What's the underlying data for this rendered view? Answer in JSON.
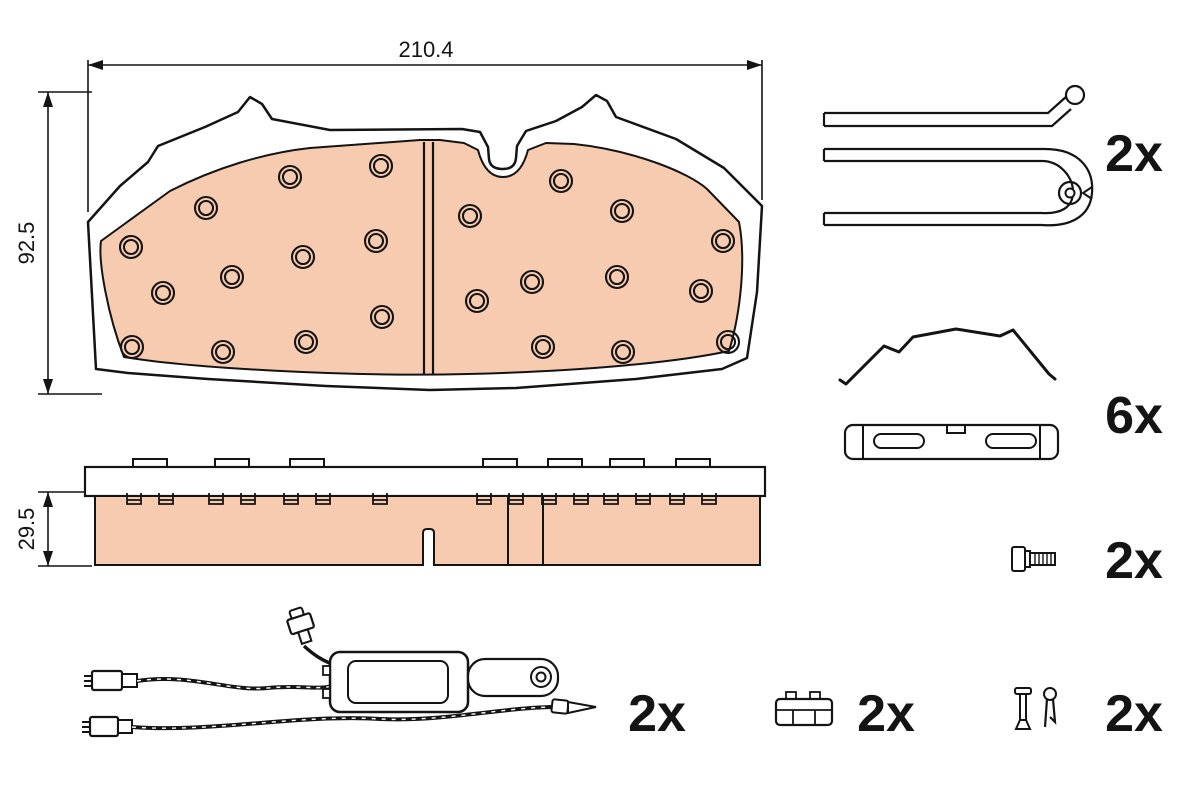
{
  "dimensions": {
    "width": "210.4",
    "height": "92.5",
    "thickness": "29.5"
  },
  "quantities": {
    "wear_plates": "2x",
    "spring_clips": "6x",
    "bolts": "2x",
    "sensor_cables": "2x",
    "retainer_clips": "2x",
    "pins": "2x"
  },
  "colors": {
    "friction_material": "#f7cbb0",
    "line": "#141414",
    "background": "#ffffff"
  }
}
